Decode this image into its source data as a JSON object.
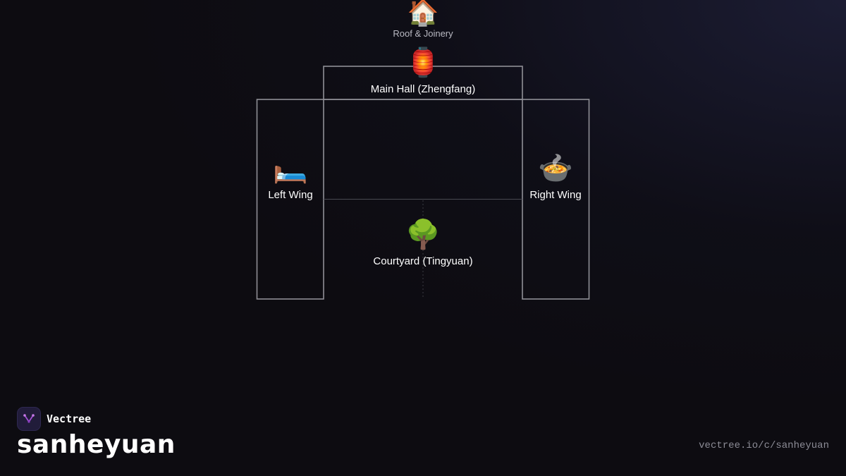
{
  "diagram": {
    "nodes": {
      "roof": {
        "emoji": "🏠",
        "label": "Roof & Joinery"
      },
      "main_hall": {
        "emoji": "🏮",
        "label": "Main Hall (Zhengfang)"
      },
      "left_wing": {
        "emoji": "🛏️",
        "label": "Left Wing"
      },
      "right_wing": {
        "emoji": "🍲",
        "label": "Right Wing"
      },
      "courtyard": {
        "emoji": "🌳",
        "label": "Courtyard (Tingyuan)"
      }
    }
  },
  "footer": {
    "brand_name": "Vectree",
    "page_title": "sanheyuan",
    "url": "vectree.io/c/sanheyuan"
  },
  "colors": {
    "background": "#0d0c11",
    "outline": "#8f8f96",
    "divider": "#4a4a52",
    "brand_logo_bg": "#211c3a",
    "brand_accent": "#a34fd6"
  }
}
